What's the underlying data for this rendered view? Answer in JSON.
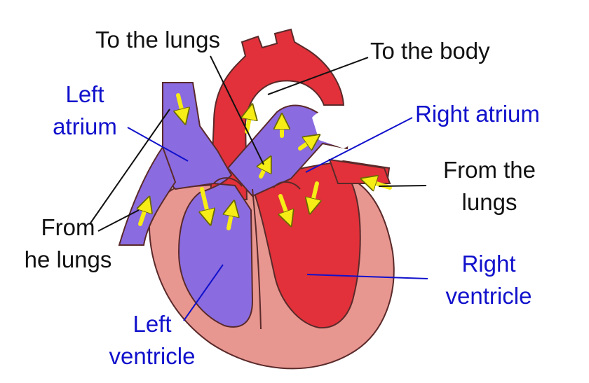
{
  "colors": {
    "blue_label": "#1111cc",
    "black_label": "#111111",
    "deoxygenated": "#8a6be0",
    "oxygenated": "#e2313a",
    "heart_wall": "#e89690",
    "arrow": "#f6ec16",
    "outline": "#5a2a2a"
  },
  "labels": {
    "to_lungs_top": "To the lungs",
    "to_body": "To the body",
    "left_atrium_line1": "Left",
    "left_atrium_line2": "atrium",
    "right_atrium": "Right atrium",
    "from_lungs_right_line1": "From the",
    "from_lungs_right_line2": "lungs",
    "from_lungs_left_line1": "From",
    "from_lungs_left_line2": "he lungs",
    "right_ventricle_line1": "Right",
    "right_ventricle_line2": "ventricle",
    "left_ventricle_line1": "Left",
    "left_ventricle_line2": "ventricle"
  },
  "icons": {
    "flow_arrow": "yellow-flow-arrow"
  }
}
